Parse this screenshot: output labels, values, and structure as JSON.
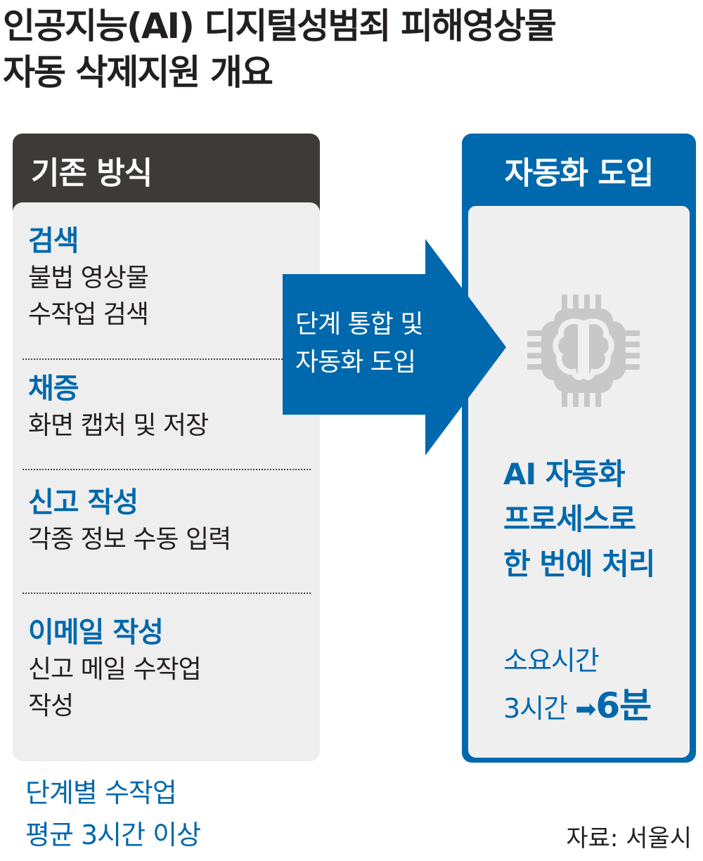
{
  "title": [
    "인공지능(AI) 디지털성범죄 피해영상물",
    "자동 삭제지원 개요"
  ],
  "left": {
    "header": "기존 방식",
    "sections": [
      {
        "heading": "검색",
        "lines": [
          "불법 영상물",
          "수작업 검색"
        ]
      },
      {
        "heading": "채증",
        "lines": [
          "화면 캡처 및 저장"
        ]
      },
      {
        "heading": "신고 작성",
        "lines": [
          "각종 정보 수동 입력"
        ]
      },
      {
        "heading": "이메일 작성",
        "lines": [
          "신고 메일 수작업",
          "작성"
        ]
      }
    ],
    "note": [
      "단계별 수작업",
      "평균 3시간 이상"
    ]
  },
  "arrow": {
    "lines": [
      "단계 통합 및",
      "자동화 도입"
    ]
  },
  "right": {
    "header": "자동화 도입",
    "icon": "ai-chip-brain-icon",
    "text": [
      "AI 자동화",
      "프로세스로",
      "한 번에 처리"
    ],
    "time_label": "소요시간",
    "time_before": "3시간",
    "time_after": "6분"
  },
  "source": "자료: 서울시",
  "colors": {
    "blue": "#0068ac",
    "dark": "#3d3a39",
    "panel": "#eeeeee",
    "icon": "#c8c8c9"
  }
}
